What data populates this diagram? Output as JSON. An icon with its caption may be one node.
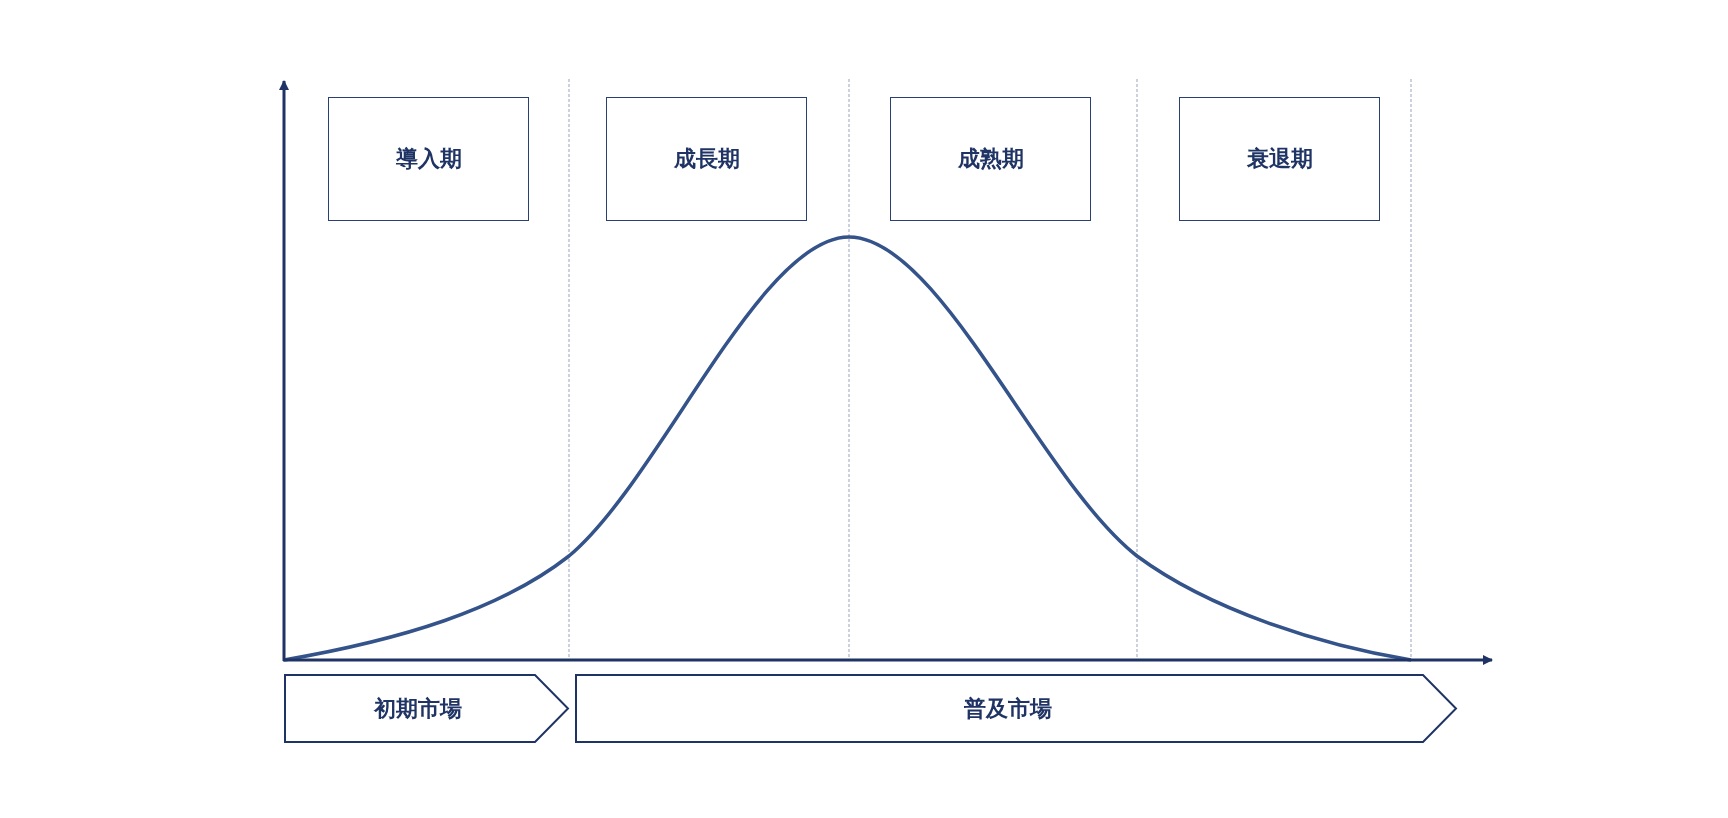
{
  "diagram": {
    "nodes": [
      {
        "text": [
          "導入期"
        ]
      },
      {
        "text": [
          "成長期"
        ]
      },
      {
        "text": [
          "成熟期"
        ]
      },
      {
        "text": [
          "衰退期"
        ]
      },
      {
        "text": [
          "初期市場"
        ]
      },
      {
        "text": [
          "普及市場"
        ]
      }
    ]
  }
}
